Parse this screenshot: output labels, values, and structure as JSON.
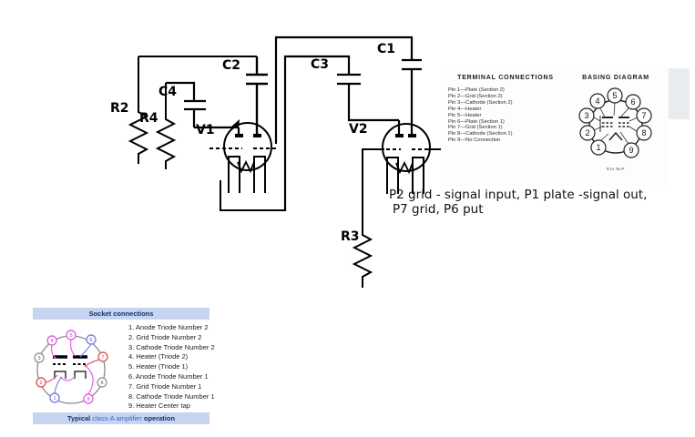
{
  "schematic": {
    "labels": {
      "c1": "C1",
      "c2": "C2",
      "c3": "C3",
      "c4": "C4",
      "r2": "R2",
      "r4": "R4",
      "r3": "R3",
      "v1": "V1",
      "v2": "V2"
    },
    "annotation": {
      "line1": "P2 grid - signal input, P1 plate -signal out,",
      "line2": "P7 grid, P6 put"
    }
  },
  "datasheet": {
    "terminal_title": "TERMINAL CONNECTIONS",
    "pins": [
      "Pin 1—Plate (Section 2)",
      "Pin 2—Grid (Section 2)",
      "Pin 3—Cathode (Section 2)",
      "Pin 4—Heater",
      "Pin 5—Heater",
      "Pin 6—Plate (Section 1)",
      "Pin 7—Grid (Section 1)",
      "Pin 8—Cathode (Section 1)",
      "Pin 9—No Connection"
    ],
    "basing_title": "BASING DIAGRAM",
    "basing_caption": "EIA 9LP",
    "basing_pins": [
      "1",
      "2",
      "3",
      "4",
      "5",
      "6",
      "7",
      "8",
      "9"
    ]
  },
  "socket_panel": {
    "header": "Socket connections",
    "items": [
      "1. Anode Triode Number 2",
      "2. Grid Triode Number 2",
      "3. Cathode Triode Number 2",
      "4. Heater (Triode 2)",
      "5. Heater (Triode 1)",
      "6. Anode Triode Number 1",
      "7. Grid Triode Number 1",
      "8. Cathode Triode Number 1",
      "9. Heater Center tap"
    ],
    "footer": {
      "prefix": "Typical",
      "link": "class-A amplifier",
      "suffix": "operation"
    },
    "pin_numbers": [
      "1",
      "2",
      "3",
      "4",
      "5",
      "6",
      "7",
      "8",
      "9"
    ]
  },
  "colors": {
    "bar_bg": "#c6d4f0",
    "bar_text": "#17306b",
    "link_blue": "#3366cc",
    "wire_magenta": "#ec5eec",
    "wire_blue": "#8080f0",
    "wire_red": "#e65c5c",
    "pin_gray": "#9a9a9a",
    "gray_band": "#e9ecef",
    "schematic_line": "#000000"
  }
}
